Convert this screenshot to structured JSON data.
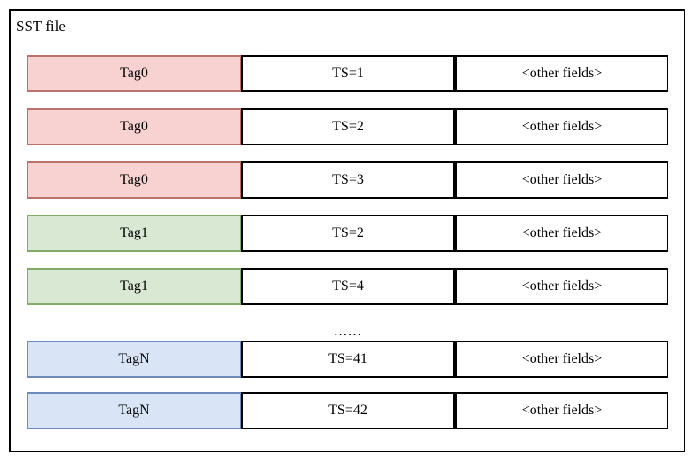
{
  "diagram": {
    "title": "SST file",
    "columns": [
      "tag",
      "timestamp",
      "other"
    ],
    "ellipsis": "......",
    "colors": {
      "pink_fill": "#f7d2d0",
      "pink_border": "#c0706a",
      "green_fill": "#d9e8d3",
      "green_border": "#82ab6a",
      "blue_fill": "#d9e4f6",
      "blue_border": "#6d8cbb",
      "frame_border": "#000000",
      "cell_border": "#000000",
      "background": "#ffffff"
    },
    "rows": [
      {
        "tag": "Tag0",
        "ts": "TS=1",
        "other": "<other fields>",
        "color": "pink"
      },
      {
        "tag": "Tag0",
        "ts": "TS=2",
        "other": "<other fields>",
        "color": "pink"
      },
      {
        "tag": "Tag0",
        "ts": "TS=3",
        "other": "<other fields>",
        "color": "pink"
      },
      {
        "tag": "Tag1",
        "ts": "TS=2",
        "other": "<other fields>",
        "color": "green"
      },
      {
        "tag": "Tag1",
        "ts": "TS=4",
        "other": "<other fields>",
        "color": "green"
      },
      {
        "tag": "TagN",
        "ts": "TS=41",
        "other": "<other fields>",
        "color": "blue"
      },
      {
        "tag": "TagN",
        "ts": "TS=42",
        "other": "<other fields>",
        "color": "blue"
      }
    ]
  }
}
